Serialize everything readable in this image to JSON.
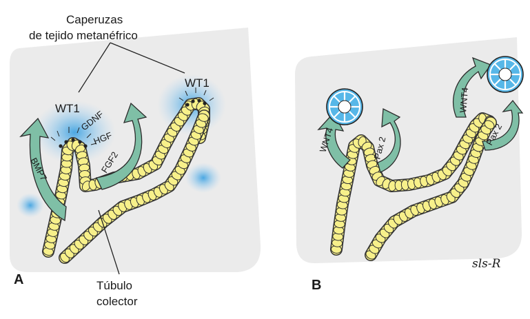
{
  "panel_a": {
    "letter": "A",
    "label_caps_line1": "Caperuzas",
    "label_caps_line2": "de tejido metanéfrico",
    "label_wt1_left": "WT1",
    "label_wt1_right": "WT1",
    "arrow_bmp7": "BMP7",
    "arrow_gdnf": "GDNF",
    "arrow_hgf": "HGF",
    "arrow_fgf2": "FGF2",
    "label_tubule_line1": "Túbulo",
    "label_tubule_line2": "colector"
  },
  "panel_b": {
    "letter": "B",
    "arrow_wnt4_left": "WNT4",
    "arrow_pax2_left": "Pax 2",
    "arrow_wnt4_right": "WNT4",
    "arrow_pax2_right": "Pax 2",
    "signature": "sls-R"
  },
  "colors": {
    "panel_bg": "#ebebeb",
    "tubule_fill": "#f7f08a",
    "tubule_stroke": "#333333",
    "arrow_fill": "#7fbfa6",
    "arrow_stroke": "#2b2b2b",
    "glow_blue": "#2e9be0",
    "vesicle_blue": "#57b7e8"
  }
}
